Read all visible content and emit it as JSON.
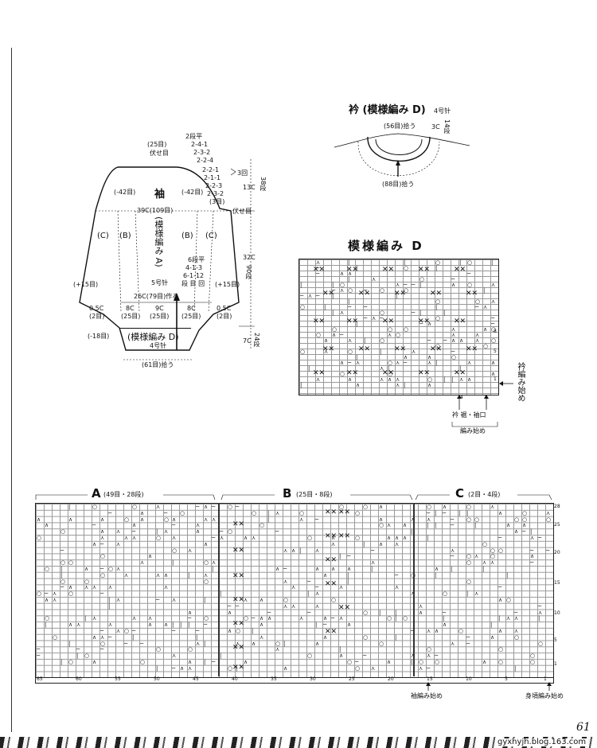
{
  "sleeve": {
    "title": "袖",
    "pattern_a": "(模様編み A)",
    "needle_5": "5号针",
    "cast_off_top": "(25目)",
    "cast_off_top_sub": "伏せ目",
    "left_dec": "(-42目)",
    "right_dec": "(-42目)",
    "width_39": "39C(109目)",
    "label_c_left": "(C)",
    "label_b_left": "(B)",
    "label_b_right": "(B)",
    "label_c_right": "(C)",
    "inc_left": "(+15目)",
    "inc_right": "(+15目)",
    "inc_rule_1": "6段平",
    "inc_rule_2": "4-1-3",
    "inc_rule_3": "6-1-12",
    "inc_rule_4": "段 目 回",
    "width_26": "26C(79目)作る",
    "seg_8c_l": "8C",
    "seg_8c_l_sub": "(25目)",
    "seg_9c": "9C",
    "seg_9c_sub": "(25目)",
    "seg_8c_r": "8C",
    "seg_8c_r_sub": "(25目)",
    "side_05_l": "0.5C",
    "side_05_l_sub": "(2目)",
    "side_05_r": "0.5C",
    "side_05_r_sub": "(2目)",
    "cuff_dec": "(-18目)",
    "cuff_pattern": "(模様編み D)",
    "needle_4": "4号针",
    "cuff_width": "(61目)拾う",
    "cap_rule_1": "2段平",
    "cap_rule_2": "2-4-1",
    "cap_rule_3": "2-3-2",
    "cap_rule_4": "2-2-4",
    "cap_rule_5": "2-2-1",
    "cap_rule_6": "2-1-1",
    "cap_rule_7": "2-2-3",
    "cap_rule_8": "2-3-2",
    "cap_rule_9": "(3目)",
    "cap_note": "3回",
    "height_13": "13C",
    "height_13_rows": "38段",
    "fuse_label": "伏せ目",
    "height_32": "32C",
    "height_32_rows": "90段",
    "height_7": "7C",
    "height_7_rows": "24段"
  },
  "collar": {
    "title": "衿 (模様編み D)",
    "needle": "4号针",
    "pick_top": "(56目)拾う",
    "pick_bottom": "(88目)拾う",
    "width_3c": "3C",
    "rows_14": "14段"
  },
  "pattern_d": {
    "title": "模様編み D",
    "row_1": "1",
    "row_5": "5",
    "row_8": "8",
    "start_label": "衿編み始め",
    "bottom_label": "衿 裾・袖口",
    "bottom_label_2": "編み始め",
    "col_1": "1",
    "col_4": "4"
  },
  "chart_abc": {
    "label_a": "A",
    "label_a_sub": "(49目・28段)",
    "label_b": "B",
    "label_b_sub": "(25目・8段)",
    "label_c": "C",
    "label_c_sub": "(2目・4段)",
    "row_labels": [
      "28",
      "25",
      "20",
      "15",
      "10",
      "5",
      "1"
    ],
    "col_labels": [
      "65",
      "60",
      "55",
      "50",
      "45",
      "40",
      "35",
      "30",
      "25",
      "20",
      "15",
      "10",
      "5",
      "1"
    ],
    "sleeve_start": "袖編み始め",
    "body_start": "身頃編み始め"
  },
  "footer": {
    "page_number": "61",
    "source": "gyxhyjh.blog.163.com"
  }
}
